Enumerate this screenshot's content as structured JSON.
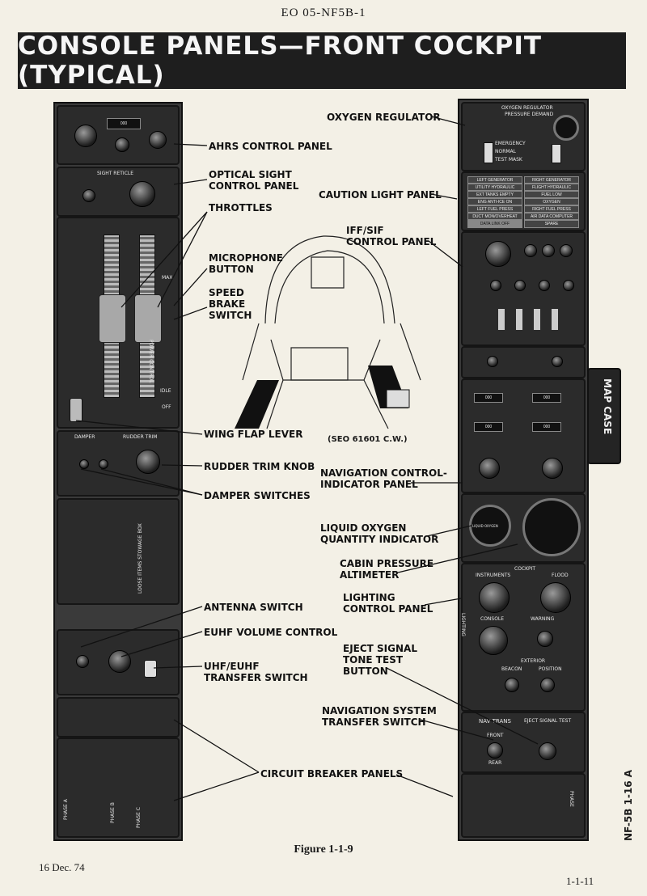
{
  "document": {
    "header": "EO 05-NF5B-1",
    "title": "CONSOLE PANELS—FRONT COCKPIT (TYPICAL)",
    "figure_caption": "Figure 1-1-9",
    "date": "16 Dec. 74",
    "page_number": "1-1-11",
    "side_code": "NF-5B 1-16 A",
    "map_case": "MAP CASE",
    "seo_note": "(SEO 61601 C.W.)"
  },
  "left_callouts": {
    "ahrs": "AHRS CONTROL PANEL",
    "optical_sight": [
      "OPTICAL SIGHT",
      "CONTROL PANEL"
    ],
    "throttles": "THROTTLES",
    "microphone": [
      "MICROPHONE",
      "BUTTON"
    ],
    "speed_brake": [
      "SPEED",
      "BRAKE",
      "SWITCH"
    ],
    "wing_flap": "WING FLAP LEVER",
    "rudder_trim": "RUDDER TRIM KNOB",
    "damper": "DAMPER SWITCHES",
    "antenna": "ANTENNA SWITCH",
    "euhf_volume": "EUHF VOLUME CONTROL",
    "uhf_transfer": [
      "UHF/EUHF",
      "TRANSFER SWITCH"
    ],
    "circuit_breakers": "CIRCUIT BREAKER PANELS"
  },
  "right_callouts": {
    "oxygen": "OXYGEN REGULATOR",
    "caution": "CAUTION LIGHT PANEL",
    "iff": [
      "IFF/SIF",
      "CONTROL PANEL"
    ],
    "nav_control": [
      "NAVIGATION CONTROL-",
      "INDICATOR PANEL"
    ],
    "lox": [
      "LIQUID OXYGEN",
      "QUANTITY INDICATOR"
    ],
    "cabin": [
      "CABIN PRESSURE",
      "ALTIMETER"
    ],
    "lighting": [
      "LIGHTING",
      "CONTROL PANEL"
    ],
    "eject": [
      "EJECT SIGNAL",
      "TONE TEST",
      "BUTTON"
    ],
    "nav_transfer": [
      "NAVIGATION SYSTEM",
      "TRANSFER SWITCH"
    ]
  },
  "panel_text": {
    "sight_reticle": "SIGHT RETICLE",
    "damper": "DAMPER",
    "rudder_trim": "RUDDER TRIM",
    "power_control": "POWER CONTROL",
    "idle": "IDLE",
    "max": "MAX",
    "off": "OFF",
    "stowage": "LOOSE ITEMS STOWAGE BOX",
    "phase_a": "PHASE A",
    "phase_b": "PHASE B",
    "phase_c": "PHASE C",
    "oxygen_regulator": "OXYGEN REGULATOR",
    "pressure_demand": "PRESSURE DEMAND",
    "emergency": "EMERGENCY",
    "normal": "NORMAL",
    "test_mask": "TEST MASK",
    "cockpit": "COCKPIT",
    "instruments": "INSTRUMENTS",
    "flood": "FLOOD",
    "console": "CONSOLE",
    "warning": "WARNING",
    "lighting": "LIGHTING",
    "exterior": "EXTERIOR",
    "beacon": "BEACON",
    "position": "POSITION",
    "nav_trans": "NAV TRANS",
    "eject_signal_test": "EJECT SIGNAL TEST",
    "front": "FRONT",
    "rear": "REAR",
    "liquid_oxygen": "LIQUID OXYGEN",
    "phase": "PHASE",
    "caution_labels": [
      "LEFT GENERATOR",
      "RIGHT GENERATOR",
      "UTILITY HYDRAULIC",
      "FLIGHT HYDRAULIC",
      "EXT TANKS EMPTY",
      "FUEL LOW",
      "ENG ANTI-ICE ON",
      "OXYGEN",
      "LEFT FUEL PRESS",
      "RIGHT FUEL PRESS",
      "DUCT MON/OVERHEAT",
      "AIR DATA COMPUTER",
      "DATA LINK OFF",
      "SPARE"
    ]
  }
}
